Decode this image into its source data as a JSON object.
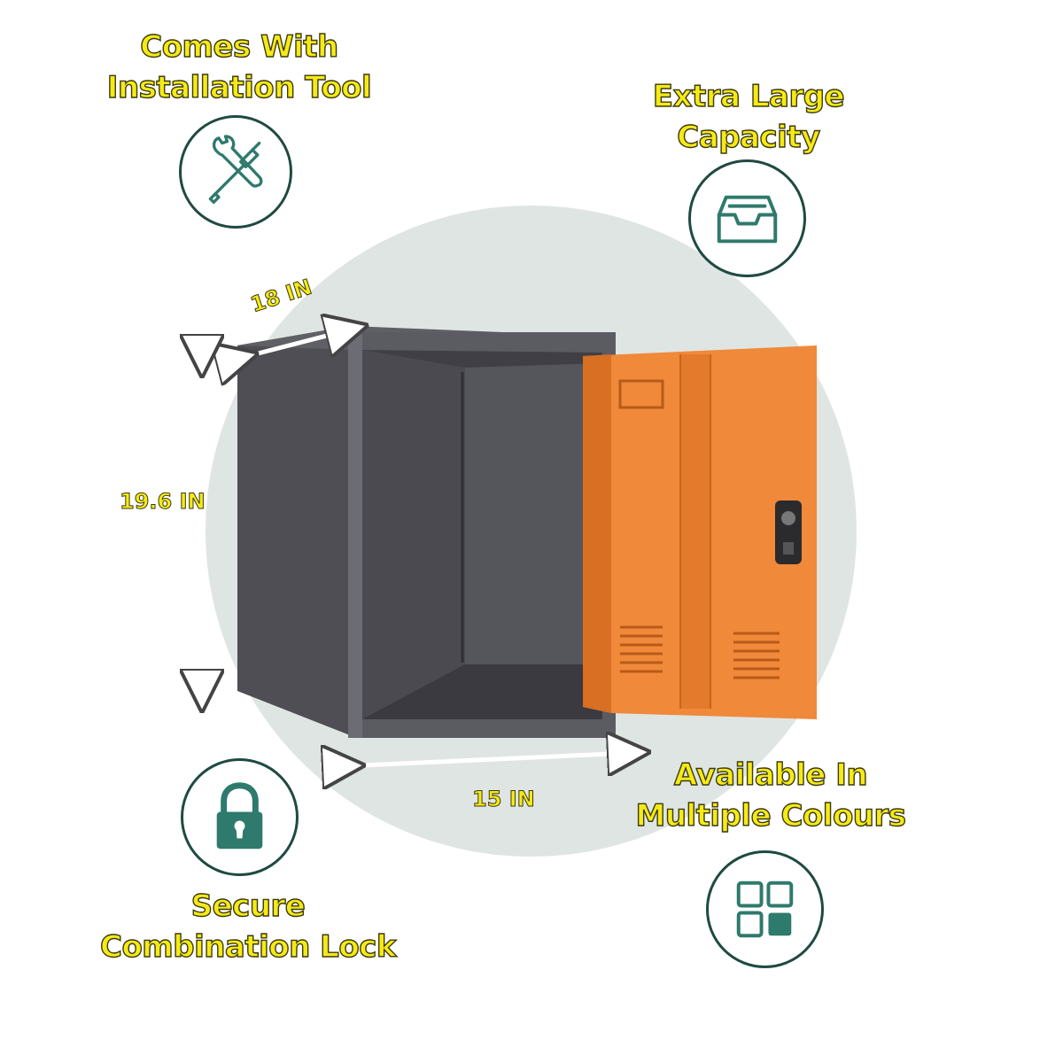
{
  "features": {
    "tool": {
      "line1": "Comes With",
      "line2": "Installation Tool",
      "icon": "wrench-screwdriver-icon"
    },
    "capacity": {
      "line1": "Extra Large",
      "line2": "Capacity",
      "icon": "inbox-tray-icon"
    },
    "lock": {
      "line1": "Secure",
      "line2": "Combination Lock",
      "icon": "padlock-icon"
    },
    "colours": {
      "line1": "Available In",
      "line2": "Multiple Colours",
      "icon": "grid-squares-icon"
    }
  },
  "dimensions": {
    "depth": "18 IN",
    "height": "19.6 IN",
    "width": "15 IN"
  },
  "colors": {
    "label_text": "#f6ea16",
    "icon_stroke": "#1f4a41",
    "icon_fill": "#2e7a6c",
    "locker_body": "#54545a",
    "locker_door": "#f0893a",
    "background_circle": "#dfe5e3"
  }
}
